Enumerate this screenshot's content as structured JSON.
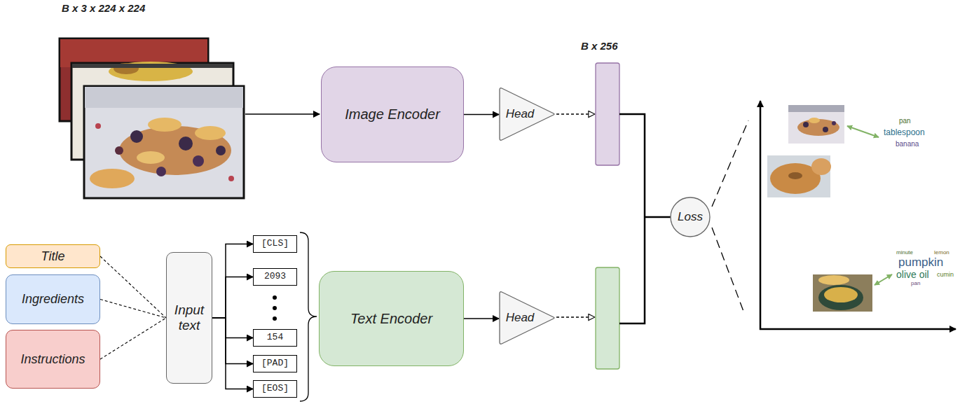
{
  "diagram": {
    "nodes": [
      {
        "text": [
          "Image Encoder"
        ]
      },
      {
        "text": [
          "Head"
        ]
      },
      {
        "text": [
          "Title"
        ]
      },
      {
        "text": [
          "Ingredients"
        ]
      },
      {
        "text": [
          "Instructions"
        ]
      },
      {
        "text": [
          "Input text"
        ]
      },
      {
        "text": [
          "[CLS]"
        ]
      },
      {
        "text": [
          "2093"
        ]
      },
      {
        "text": [
          "154"
        ]
      },
      {
        "text": [
          "[PAD]"
        ]
      },
      {
        "text": [
          "[EOS]"
        ]
      },
      {
        "text": [
          "Text Encoder"
        ]
      },
      {
        "text": [
          "Head"
        ]
      },
      {
        "text": [
          "Loss"
        ]
      }
    ],
    "edges": [
      {
        "from": 0,
        "to": 1,
        "arrow": "to"
      },
      {
        "from": 2,
        "to": 5,
        "arrow": "none"
      },
      {
        "from": 3,
        "to": 5,
        "arrow": "none"
      },
      {
        "from": 4,
        "to": 5,
        "arrow": "none"
      },
      {
        "from": 5,
        "to": 6,
        "arrow": "to"
      },
      {
        "from": 5,
        "to": 7,
        "arrow": "to"
      },
      {
        "from": 5,
        "to": 8,
        "arrow": "to"
      },
      {
        "from": 5,
        "to": 9,
        "arrow": "to"
      },
      {
        "from": 5,
        "to": 10,
        "arrow": "to"
      },
      {
        "from": 11,
        "to": 12,
        "arrow": "to"
      }
    ],
    "labels": [
      "B x 3 x 224 x 224",
      "B x 256",
      "pan",
      "tablespoon",
      "banana",
      "minute",
      "lemon",
      "pumpkin",
      "cumin",
      "olive oil",
      "pan"
    ]
  }
}
